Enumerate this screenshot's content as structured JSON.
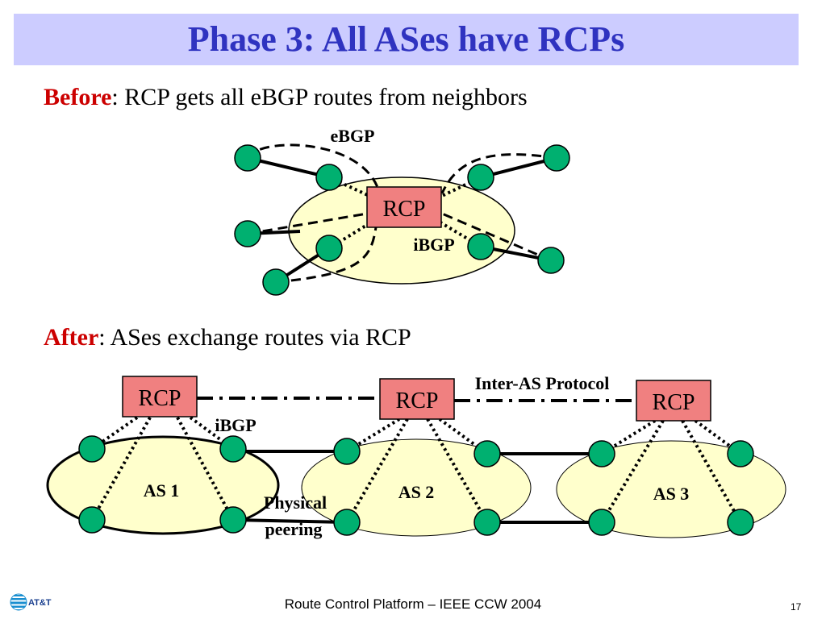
{
  "slide": {
    "title": "Phase 3: All ASes have RCPs",
    "before": {
      "keyword": "Before",
      "text": ": RCP gets all eBGP routes from neighbors"
    },
    "after": {
      "keyword": "After",
      "text": ": ASes exchange routes via RCP"
    },
    "footer": "Route Control Platform – IEEE CCW 2004",
    "page_number": "17",
    "logo_text": "AT&T"
  },
  "before_diagram": {
    "rcp_label": "RCP",
    "ebgp_label": "eBGP",
    "ibgp_label": "iBGP"
  },
  "after_diagram": {
    "rcp_labels": [
      "RCP",
      "RCP",
      "RCP"
    ],
    "as_labels": [
      "AS 1",
      "AS 2",
      "AS 3"
    ],
    "ibgp_label": "iBGP",
    "inter_as_label": "Inter-AS Protocol",
    "physical_label_line1": "Physical",
    "physical_label_line2": "peering"
  },
  "colors": {
    "title_bg": "#ccccff",
    "title_text": "#2f33c0",
    "keyword": "#cc0000",
    "node_fill": "#00b070",
    "as_fill": "#ffffcc",
    "rcp_fill": "#f08080"
  }
}
